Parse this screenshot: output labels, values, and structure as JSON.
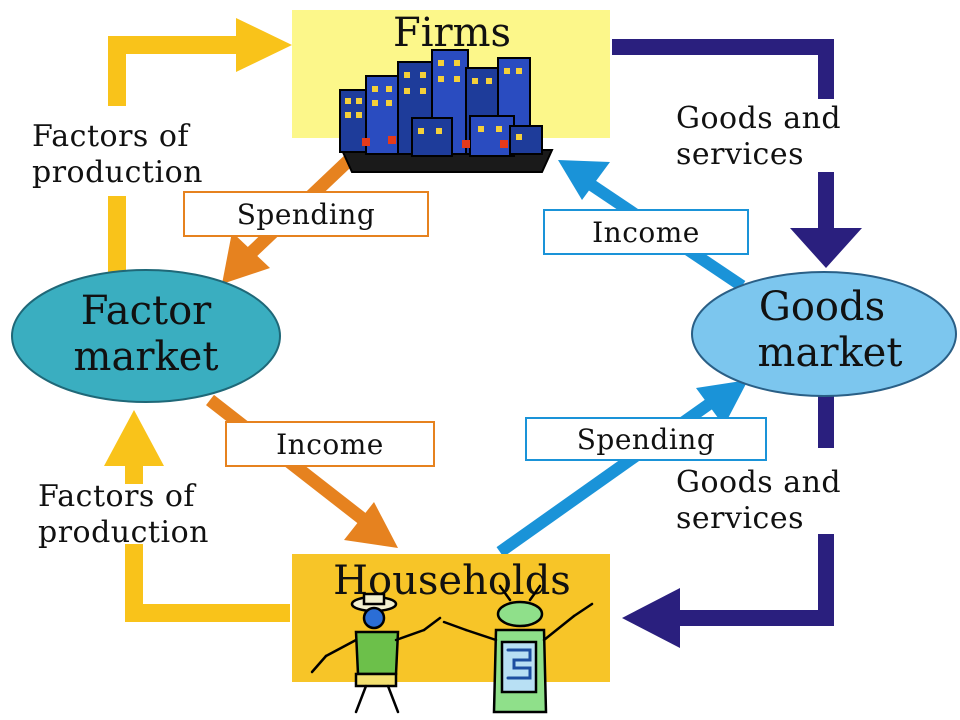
{
  "nodes": {
    "firms": "Firms",
    "households": "Households",
    "factor_market_line1": "Factor",
    "factor_market_line2": "market",
    "goods_market_line1": "Goods",
    "goods_market_line2": "market"
  },
  "flows": {
    "factors_top_line1": "Factors of",
    "factors_top_line2": "production",
    "factors_bottom_line1": "Factors of",
    "factors_bottom_line2": "production",
    "goods_top_line1": "Goods and",
    "goods_top_line2": "services",
    "goods_bottom_line1": "Goods and",
    "goods_bottom_line2": "services",
    "spending_firms": "Spending",
    "income_firms": "Income",
    "income_households": "Income",
    "spending_households": "Spending"
  },
  "colors": {
    "firms_box": "#fcf78a",
    "households_box": "#f7c528",
    "factor_market": "#3aaec0",
    "goods_market": "#7cc6ee",
    "factors_flow": "#f9c31a",
    "goods_flow": "#2a1f7e",
    "orange_flow": "#e6821f",
    "blue_flow": "#1a93d8"
  }
}
